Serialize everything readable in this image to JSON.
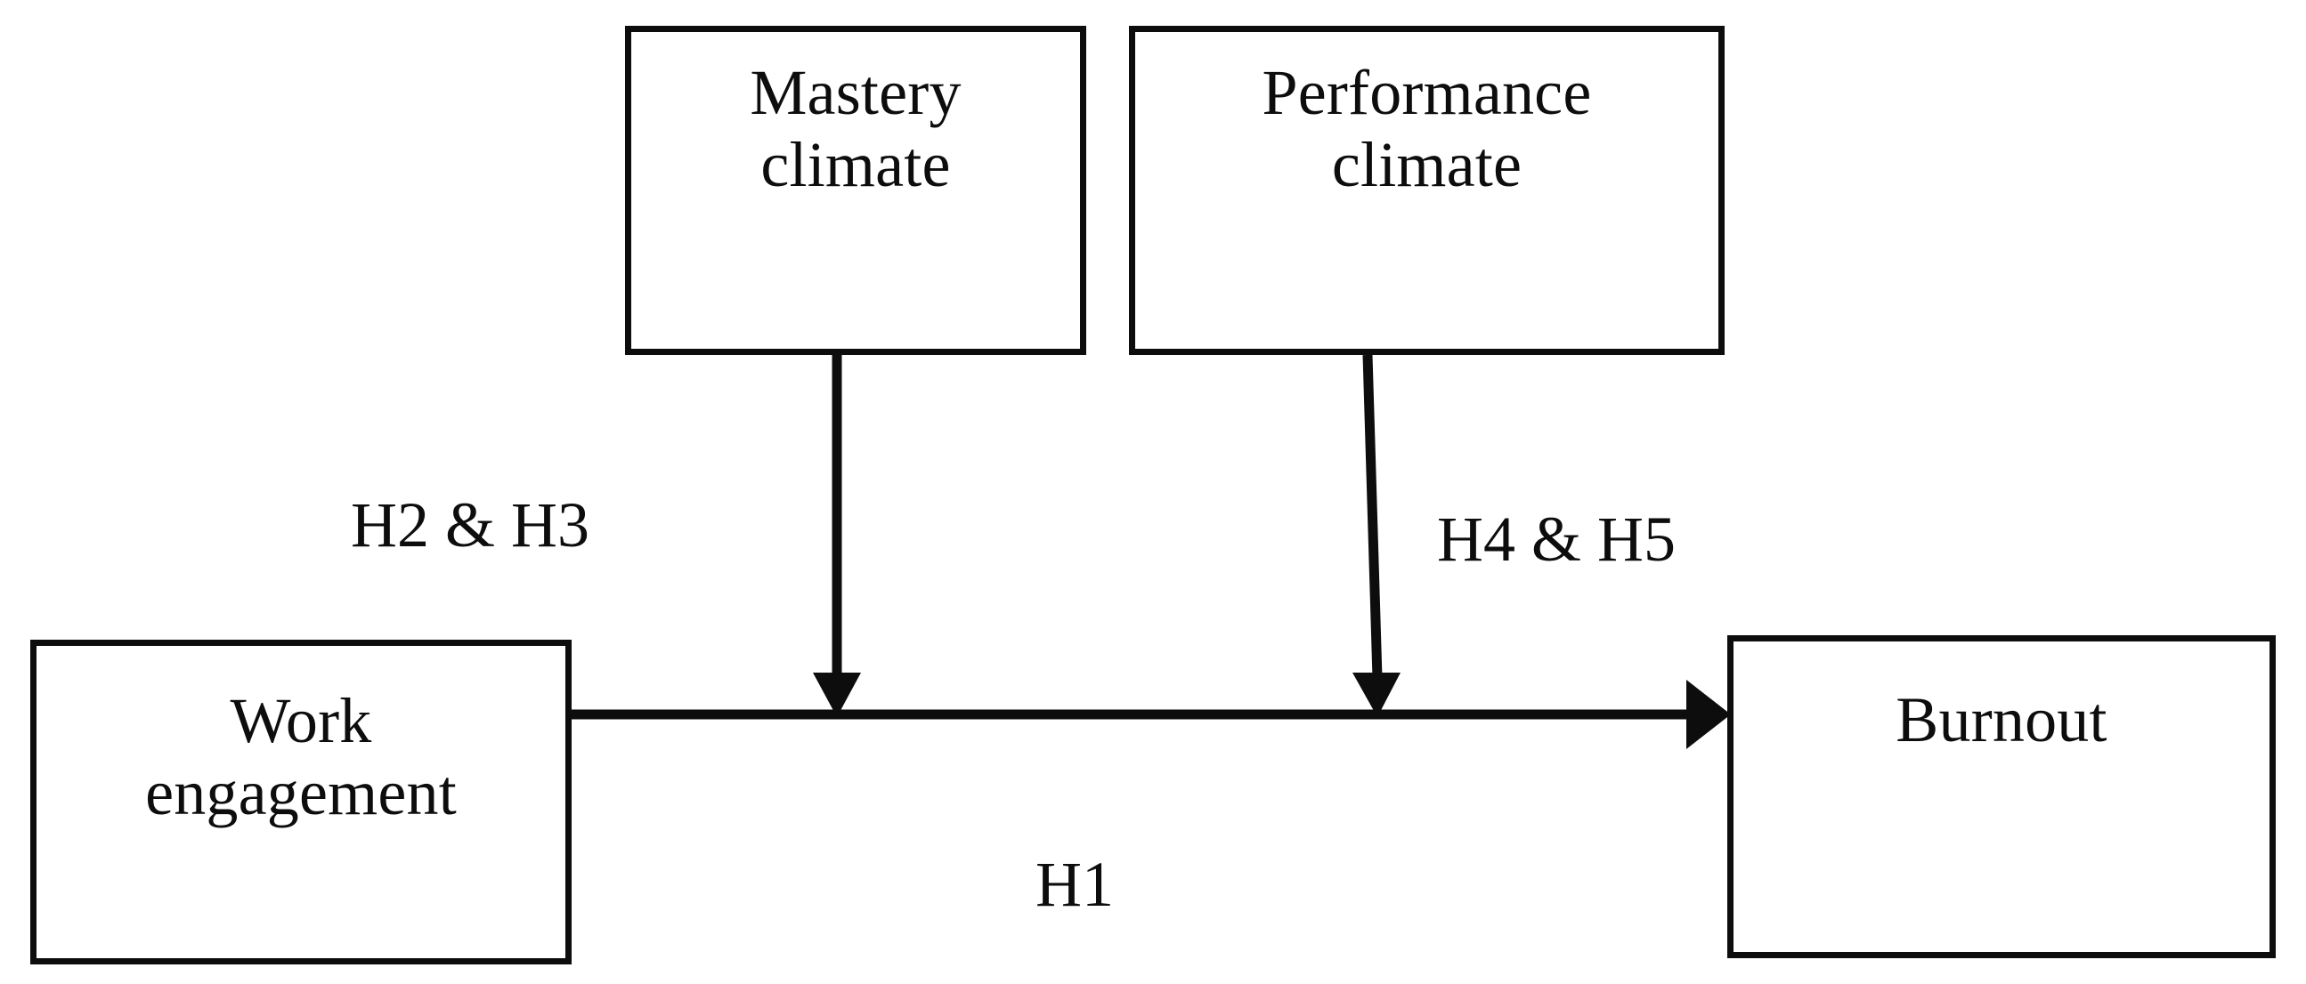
{
  "diagram": {
    "title": "",
    "background_color": "#ffffff",
    "line_color": "#0d0d0d",
    "text_color": "#0d0d0d",
    "nodes": [
      {
        "id": "mastery",
        "label": "Mastery\nclimate"
      },
      {
        "id": "performance",
        "label": "Performance\nclimate"
      },
      {
        "id": "work",
        "label": "Work\nengagement"
      },
      {
        "id": "burnout",
        "label": "Burnout"
      }
    ],
    "edge_labels": [
      {
        "id": "h2h3",
        "label": "H2 & H3"
      },
      {
        "id": "h4h5",
        "label": "H4 & H5"
      },
      {
        "id": "h1",
        "label": "H1"
      }
    ]
  }
}
